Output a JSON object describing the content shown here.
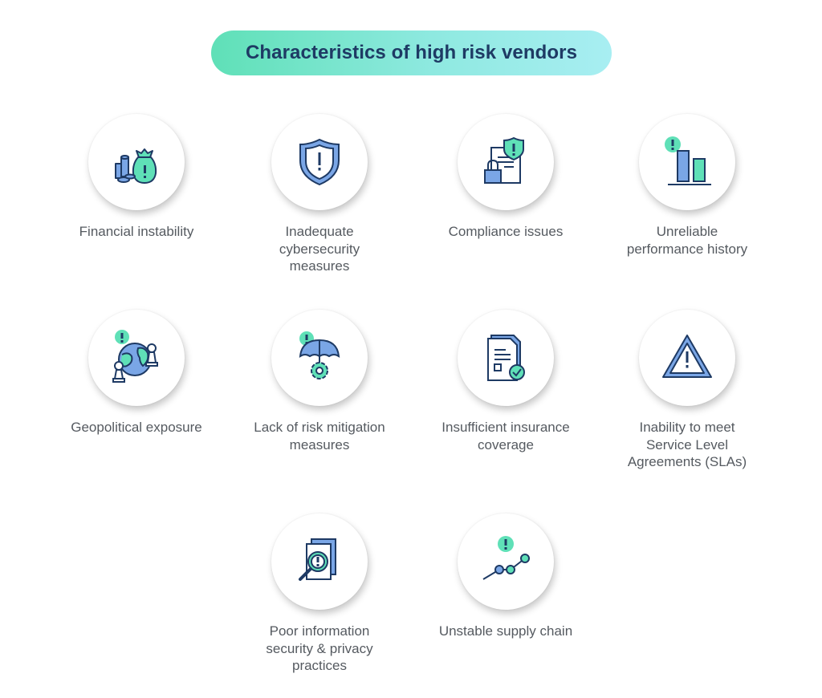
{
  "title": "Characteristics of high risk vendors",
  "colors": {
    "navy": "#1e3a64",
    "blue": "#7aa6e6",
    "mint": "#5fe0b7",
    "label": "#555a60"
  },
  "items": [
    {
      "label": "Financial instability",
      "icon": "money-bag-coins-icon"
    },
    {
      "label": "Inadequate cybersecurity measures",
      "icon": "shield-alert-icon"
    },
    {
      "label": "Compliance issues",
      "icon": "document-lock-shield-icon"
    },
    {
      "label": "Unreliable performance history",
      "icon": "bar-chart-alert-icon"
    },
    {
      "label": "Geopolitical exposure",
      "icon": "globe-chess-icon"
    },
    {
      "label": "Lack of risk mitigation measures",
      "icon": "umbrella-gear-icon"
    },
    {
      "label": "Insufficient insurance coverage",
      "icon": "policy-document-check-icon"
    },
    {
      "label": "Inability to meet Service Level Agreements (SLAs)",
      "icon": "warning-triangle-icon"
    },
    {
      "label": "Poor information security & privacy practices",
      "icon": "document-magnifier-icon"
    },
    {
      "label": "Unstable supply chain",
      "icon": "chain-nodes-alert-icon"
    }
  ]
}
